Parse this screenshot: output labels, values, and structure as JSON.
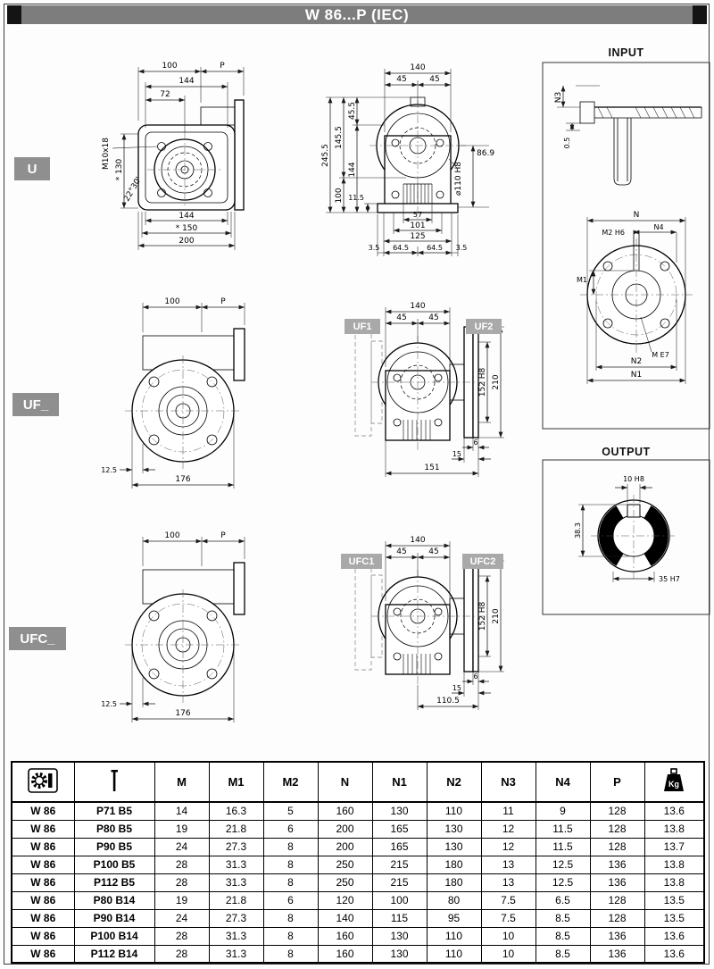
{
  "title": "W 86...P (IEC)",
  "badges": {
    "u": "U",
    "uf": "UF_",
    "ufc": "UFC_",
    "uf1": "UF1",
    "uf2": "UF2",
    "ufc1": "UFC1",
    "ufc2": "UFC2"
  },
  "panels": {
    "input": "INPUT",
    "output": "OUTPUT"
  },
  "dims": {
    "u_side": {
      "w100": "100",
      "p": "P",
      "w144": "144",
      "w72": "72",
      "m10x18": "M10x18",
      "h130": "* 130",
      "ang": "22°30'",
      "b144": "144",
      "b150": "* 150",
      "b200": "200"
    },
    "u_front": {
      "w140": "140",
      "l45": "45",
      "r45": "45",
      "h2455": "245.5",
      "h1455": "145.5",
      "h455": "45.5",
      "h144": "144",
      "h100": "100",
      "h115": "11.5",
      "d110": "⌀110 H8",
      "h869": "86.9",
      "b57": "57",
      "b101": "101",
      "b125": "125",
      "c35l": "3.5",
      "c645l": "64.5",
      "c645r": "64.5",
      "c35r": "3.5"
    },
    "input": {
      "n3": "N3",
      "z05": "0.5",
      "n": "N",
      "m2": "M2 H6",
      "n4": "N4",
      "m1": "M1",
      "me7": "M E7",
      "n2": "N2",
      "n1": "N1"
    },
    "uf_side": {
      "w100": "100",
      "p": "P",
      "off125": "12.5",
      "d176": "176"
    },
    "uf_front": {
      "w140": "140",
      "l45": "45",
      "r45": "45",
      "d152": "152 H8",
      "d210": "210",
      "t6": "6",
      "t15": "15",
      "b151": "151"
    },
    "ufc_side": {
      "w100": "100",
      "p": "P",
      "off125": "12.5",
      "d176": "176"
    },
    "ufc_front": {
      "w140": "140",
      "l45": "45",
      "r45": "45",
      "d152": "152 H8",
      "d210": "210",
      "t6": "6",
      "t15": "15",
      "b1105": "110.5"
    },
    "output": {
      "k10": "10 H8",
      "h383": "38.3",
      "d35": "35 H7"
    }
  },
  "table": {
    "kg_label": "Kg",
    "headers": [
      "M",
      "M1",
      "M2",
      "N",
      "N1",
      "N2",
      "N3",
      "N4",
      "P"
    ],
    "rows": [
      [
        "W 86",
        "P71 B5",
        "14",
        "16.3",
        "5",
        "160",
        "130",
        "110",
        "11",
        "9",
        "128",
        "13.6"
      ],
      [
        "W 86",
        "P80 B5",
        "19",
        "21.8",
        "6",
        "200",
        "165",
        "130",
        "12",
        "11.5",
        "128",
        "13.8"
      ],
      [
        "W 86",
        "P90 B5",
        "24",
        "27.3",
        "8",
        "200",
        "165",
        "130",
        "12",
        "11.5",
        "128",
        "13.7"
      ],
      [
        "W 86",
        "P100 B5",
        "28",
        "31.3",
        "8",
        "250",
        "215",
        "180",
        "13",
        "12.5",
        "136",
        "13.8"
      ],
      [
        "W 86",
        "P112 B5",
        "28",
        "31.3",
        "8",
        "250",
        "215",
        "180",
        "13",
        "12.5",
        "136",
        "13.8"
      ],
      [
        "W 86",
        "P80 B14",
        "19",
        "21.8",
        "6",
        "120",
        "100",
        "80",
        "7.5",
        "6.5",
        "128",
        "13.5"
      ],
      [
        "W 86",
        "P90 B14",
        "24",
        "27.3",
        "8",
        "140",
        "115",
        "95",
        "7.5",
        "8.5",
        "128",
        "13.5"
      ],
      [
        "W 86",
        "P100 B14",
        "28",
        "31.3",
        "8",
        "160",
        "130",
        "110",
        "10",
        "8.5",
        "136",
        "13.6"
      ],
      [
        "W 86",
        "P112 B14",
        "28",
        "31.3",
        "8",
        "160",
        "130",
        "110",
        "10",
        "8.5",
        "136",
        "13.6"
      ]
    ]
  }
}
